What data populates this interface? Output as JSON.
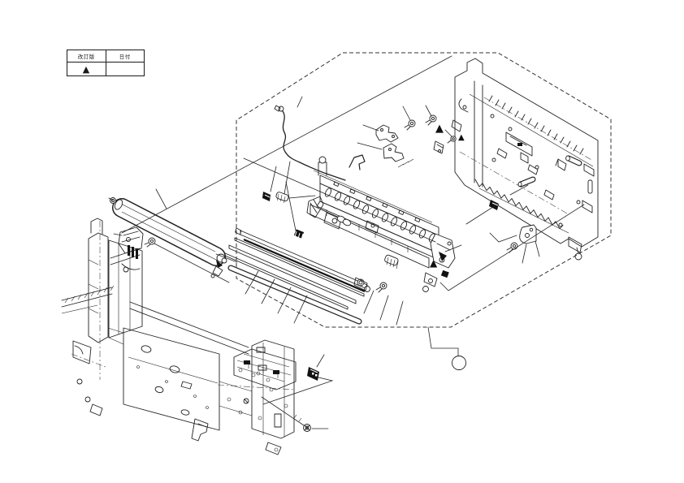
{
  "page": {
    "background": "#ffffff",
    "line_color": "#222222",
    "kind": "service-manual exploded parts diagram"
  },
  "revision_table": {
    "col1_header": "改訂版",
    "col2_header": "日付",
    "marker": "▲",
    "date_value": ""
  },
  "diagram": {
    "marker": "▲",
    "balloon_label": ""
  }
}
